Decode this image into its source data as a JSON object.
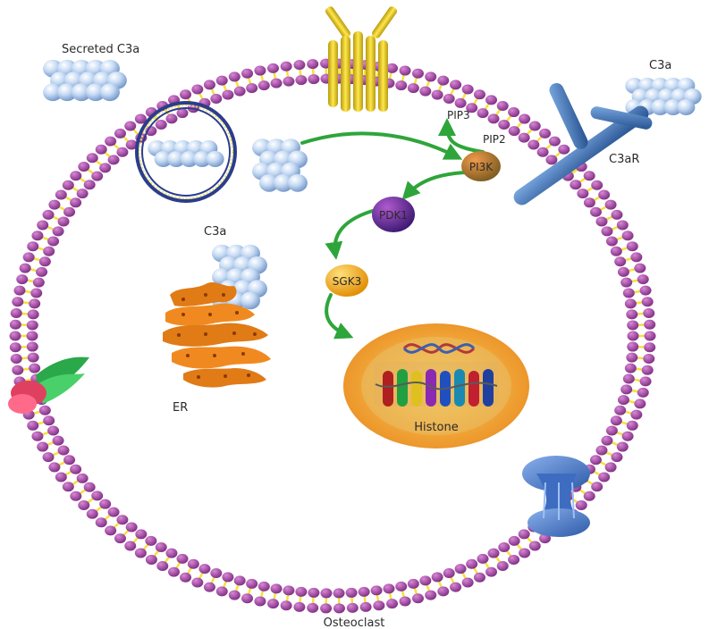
{
  "labels": {
    "secreted_c3a": "Secreted C3a",
    "c3a_outside": "C3a",
    "c3ar": "C3aR",
    "pip3": "PIP3",
    "pip2": "PIP2",
    "pi3k": "PI3K",
    "pdk1": "PDK1",
    "sgk3": "SGK3",
    "c3a_inside": "C3a",
    "er": "ER",
    "histone": "Histone",
    "osteoclast": "Osteoclast"
  },
  "colors": {
    "membrane_head": "#9b3f9c",
    "membrane_tail": "#f2e23c",
    "arrow": "#2ea53a",
    "c3a_cluster": "#b9d3f0",
    "receptor": "#3f6fb0",
    "pi3k": "#d96a2a",
    "pdk1": "#6a2aa0",
    "sgk3": "#f2a81a",
    "nucleus": "#f0a030",
    "er": "#e0801e"
  }
}
